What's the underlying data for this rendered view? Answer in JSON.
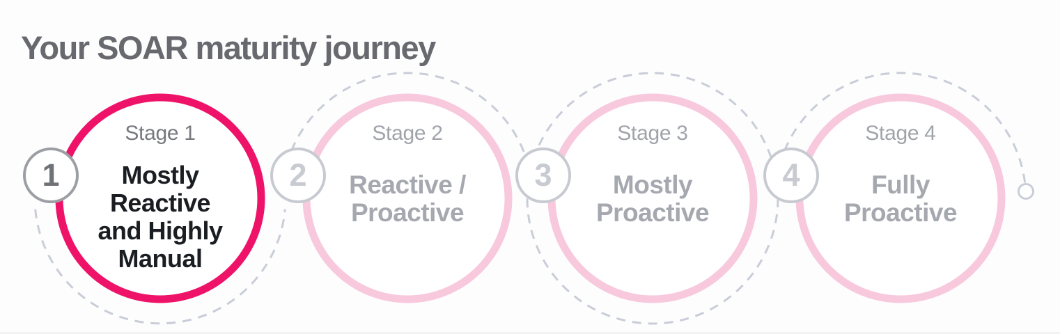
{
  "title": "Your SOAR maturity journey",
  "theme": {
    "accent": "#ee1368",
    "pink_light": "#f8c9dd",
    "dash": "#c9cdd7",
    "title_color": "#67696e",
    "label_active": "#77797e",
    "label": "#a0a3aa",
    "body_active": "#1a1d22",
    "body": "#a5a8af",
    "badge_active_border": "#9b9ea3",
    "badge_border": "#c7cad0",
    "badge_active_num": "#6f7276",
    "badge_num": "#c8cbd1"
  },
  "stages": [
    {
      "number": "1",
      "label": "Stage 1",
      "name": "Mostly\nReactive\nand Highly\nManual",
      "active": true
    },
    {
      "number": "2",
      "label": "Stage 2",
      "name": "Reactive /\nProactive",
      "active": false
    },
    {
      "number": "3",
      "label": "Stage 3",
      "name": "Mostly\nProactive",
      "active": false
    },
    {
      "number": "4",
      "label": "Stage 4",
      "name": "Fully\nProactive",
      "active": false
    }
  ]
}
